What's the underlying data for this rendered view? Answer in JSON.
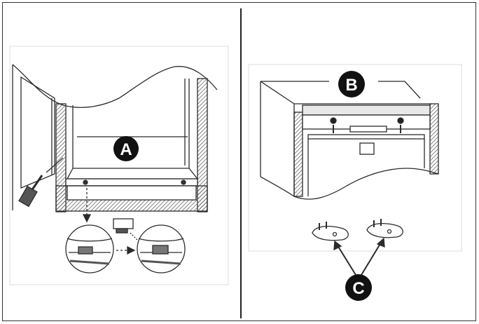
{
  "callouts": {
    "a": "A",
    "b": "B",
    "c": "C"
  },
  "colors": {
    "line": "#2b2b2b",
    "hatch": "#6a6a6a",
    "callout_fill": "#111111",
    "callout_text": "#ffffff"
  }
}
